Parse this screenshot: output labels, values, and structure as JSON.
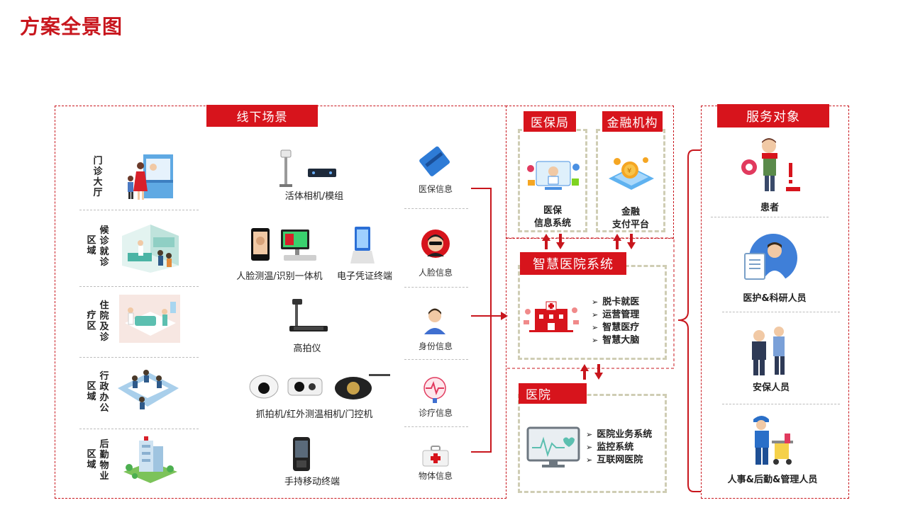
{
  "page_title": "方案全景图",
  "offline": {
    "label": "线下场景",
    "zones": [
      {
        "c1": "区域",
        "c2": "候诊就诊"
      },
      {
        "c1": "疗区",
        "c2": "住院及诊"
      },
      {
        "c1": "区域",
        "c2": "行政办公"
      },
      {
        "c1": "区域",
        "c2": "后勤物业"
      }
    ],
    "zone0_text": "门诊大厅",
    "devices": [
      "活体相机/模组",
      "人脸测温/识别一体机",
      "电子凭证终端",
      "高拍仪",
      "抓拍机/红外测温相机/门控机",
      "手持移动终端"
    ],
    "info": [
      "医保信息",
      "人脸信息",
      "身份信息",
      "诊疗信息",
      "物体信息"
    ]
  },
  "yibaoju": {
    "label": "医保局",
    "line1": "医保",
    "line2": "信息系统"
  },
  "jinrong": {
    "label": "金融机构",
    "line1": "金融",
    "line2": "支付平台"
  },
  "smart": {
    "label": "智慧医院系统",
    "items": [
      "脱卡就医",
      "运营管理",
      "智慧医疗",
      "智慧大脑"
    ]
  },
  "hospital": {
    "label": "医院",
    "items": [
      "医院业务系统",
      "监控系统",
      "互联网医院"
    ]
  },
  "service": {
    "label": "服务对象",
    "targets": [
      "患者",
      "医护&科研人员",
      "安保人员",
      "人事&后勤&管理人员"
    ]
  }
}
